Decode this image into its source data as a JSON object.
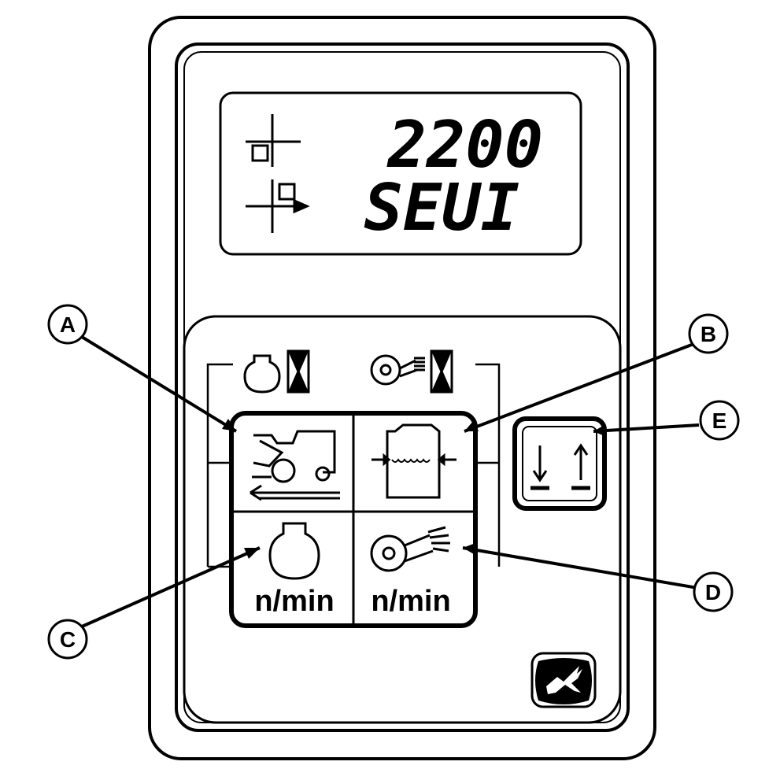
{
  "display": {
    "line1_value": "2200",
    "line2_value": "SEUI"
  },
  "keys": {
    "engine_speed_unit": "n/min",
    "fan_speed_unit": "n/min"
  },
  "callouts": [
    {
      "id": "A",
      "label": "A"
    },
    {
      "id": "B",
      "label": "B"
    },
    {
      "id": "C",
      "label": "C"
    },
    {
      "id": "D",
      "label": "D"
    },
    {
      "id": "E",
      "label": "E"
    }
  ],
  "icons": {
    "display_line1": "crosshair-square-icon",
    "display_line2": "crosshair-square-arrow-icon",
    "engine_hours": "engine-hourglass-icon",
    "fan_hours": "fan-hourglass-icon",
    "ground_speed": "combine-travel-icon",
    "grain_tank": "grain-tank-icon",
    "engine_speed": "engine-icon",
    "fan_speed": "fan-icon",
    "up_down": "up-down-arrows-icon",
    "logo": "deer-logo-icon"
  },
  "colors": {
    "ink": "#000000",
    "panel": "#ffffff"
  }
}
